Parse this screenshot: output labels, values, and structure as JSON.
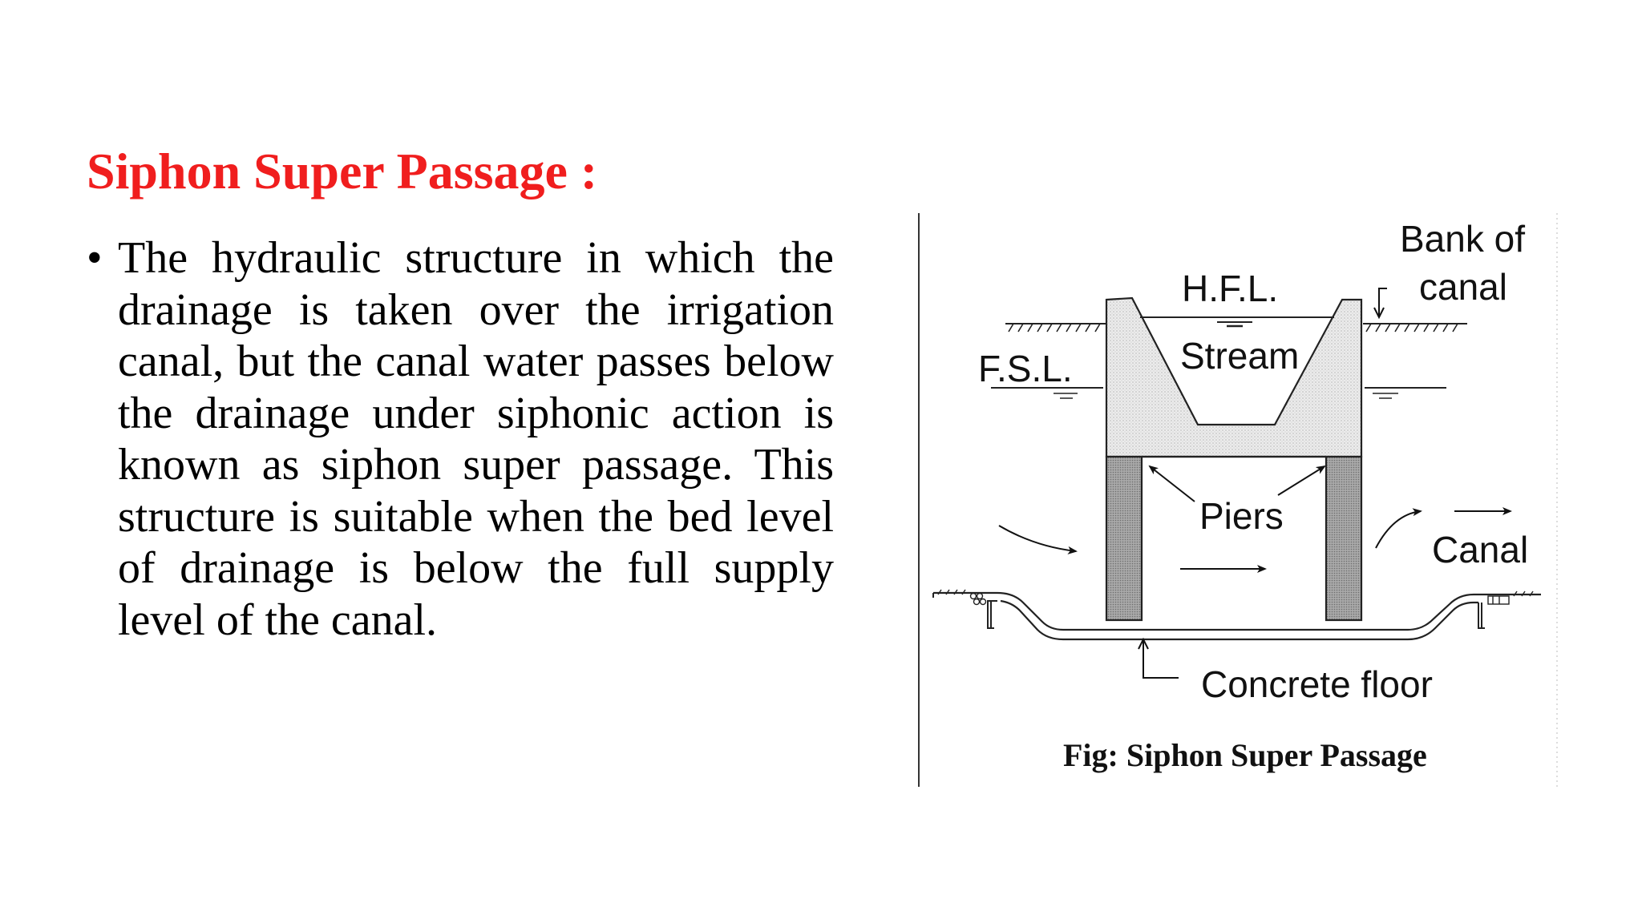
{
  "slide": {
    "title": "Siphon Super Passage :",
    "bullet_symbol": "•",
    "bullet_text": "The hydraulic structure in which the drainage is taken over the irrigation canal, but the canal water passes below the drainage under siphonic action is known as siphon super passage. This structure is suitable when the bed level of drainage is below the full supply level of the canal."
  },
  "figure": {
    "labels": {
      "bank_of": "Bank of",
      "canal_bank": "canal",
      "hfl": "H.F.L.",
      "fsl": "F.S.L.",
      "stream": "Stream",
      "piers": "Piers",
      "canal": "Canal",
      "concrete_floor": "Concrete floor"
    },
    "caption": "Fig: Siphon Super Passage"
  },
  "colors": {
    "title": "#f01e1e",
    "text": "#000000",
    "structure_fill": "#e6e6e6",
    "pier_fill": "#a8a8a8"
  }
}
